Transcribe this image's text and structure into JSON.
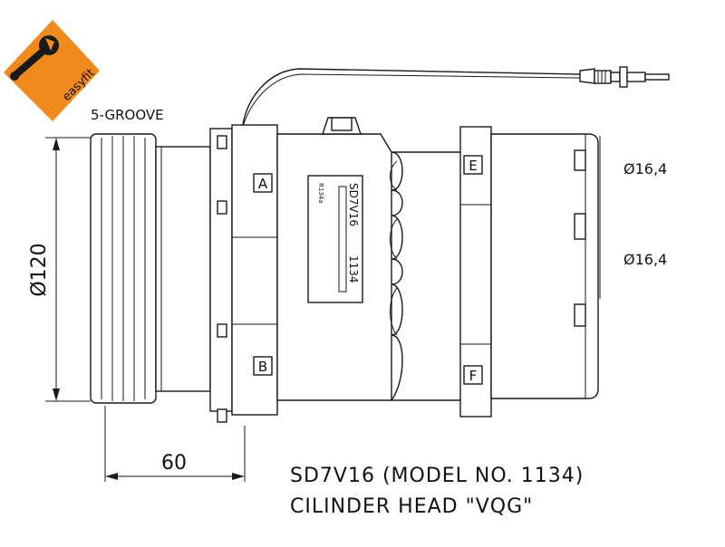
{
  "logo": {
    "brand_text": "easyfit",
    "accent_color": "#f08a1c",
    "icon": "wrench-icon"
  },
  "labels": {
    "groove": "5-GROOVE",
    "diameter_pulley": "Ø120",
    "diameter_port_1": "Ø16,4",
    "diameter_port_2": "Ø16,4",
    "length": "60",
    "model_plate": "SD7V16",
    "model_plate_no": "1134",
    "refrigerant": "R134a",
    "mark_a": "A",
    "mark_b": "B",
    "mark_e": "E",
    "mark_f": "F"
  },
  "caption": {
    "line1": "SD7V16 (MODEL NO. 1134)",
    "line2": "CILINDER HEAD \"VQG\""
  }
}
